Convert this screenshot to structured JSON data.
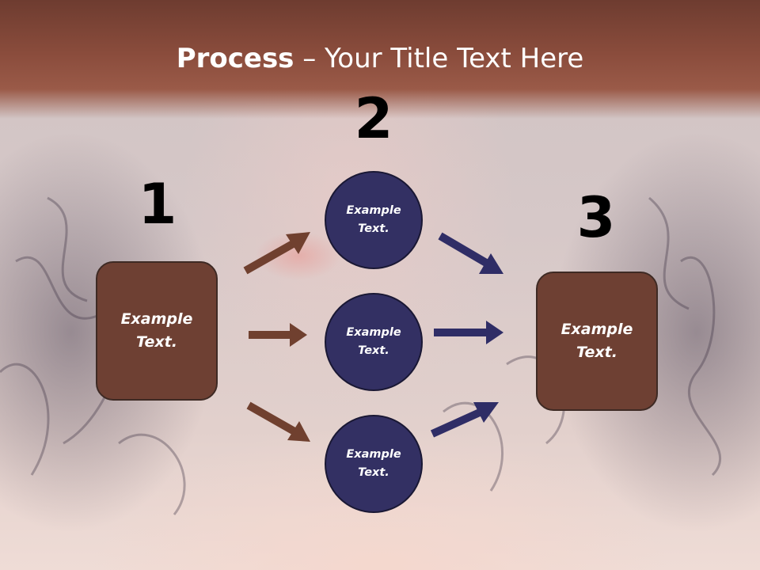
{
  "title": {
    "bold": "Process",
    "rest": " – Your Title Text Here"
  },
  "steps": [
    {
      "number": "1"
    },
    {
      "number": "2"
    },
    {
      "number": "3"
    }
  ],
  "left_box": {
    "label": "Example Text."
  },
  "circles": [
    {
      "label": "Example Text."
    },
    {
      "label": "Example Text."
    },
    {
      "label": "Example Text."
    }
  ],
  "right_box": {
    "label": "Example Text."
  },
  "colors": {
    "header": "#8a4c3c",
    "box": "#6e4033",
    "circle": "#333063",
    "arrow_brown": "#70402f",
    "arrow_navy": "#2f2d66"
  }
}
